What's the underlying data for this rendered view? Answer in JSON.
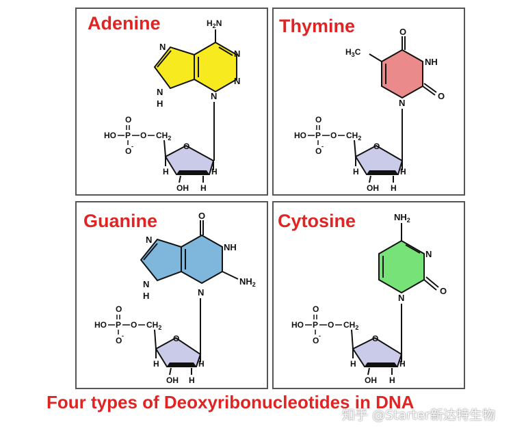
{
  "panels": [
    {
      "name": "Adenine",
      "base_color": "#f7ea1f",
      "labels": {
        "amine": "H",
        "amine_sub": "2",
        "amine_n": "N",
        "n1": "N",
        "n3": "N",
        "n7": "N",
        "n9": "N",
        "n9_h": "H"
      }
    },
    {
      "name": "Thymine",
      "base_color": "#ea8a8a",
      "labels": {
        "methyl": "H",
        "methyl_sub": "3",
        "methyl_c": "C",
        "o4": "O",
        "n3h": "NH",
        "o2": "O",
        "n1": "N"
      }
    },
    {
      "name": "Guanine",
      "base_color": "#7fb6dc",
      "labels": {
        "o6": "O",
        "n1h": "NH",
        "nh2": "NH",
        "nh2_sub": "2",
        "n3": "N",
        "n7": "N",
        "n9": "N",
        "n9_h": "H"
      }
    },
    {
      "name": "Cytosine",
      "base_color": "#77e277",
      "labels": {
        "nh2": "NH",
        "nh2_sub": "2",
        "n3": "N",
        "o2": "O",
        "n1": "N"
      }
    }
  ],
  "phosphate": {
    "ho": "HO",
    "p": "P",
    "o_top": "O",
    "o_link": "O",
    "o_bottom": "O",
    "minus": "-",
    "ch2": "CH",
    "ch2_sub": "2"
  },
  "sugar": {
    "color": "#c9cbe8",
    "ring_o": "O",
    "h_left": "H",
    "h_right": "H",
    "h_low_left": "H",
    "h_low_right": "H",
    "oh": "OH"
  },
  "caption": "Four types of Deoxyribonucleotides in DNA",
  "watermark": "知乎 @Starter新达特生物"
}
